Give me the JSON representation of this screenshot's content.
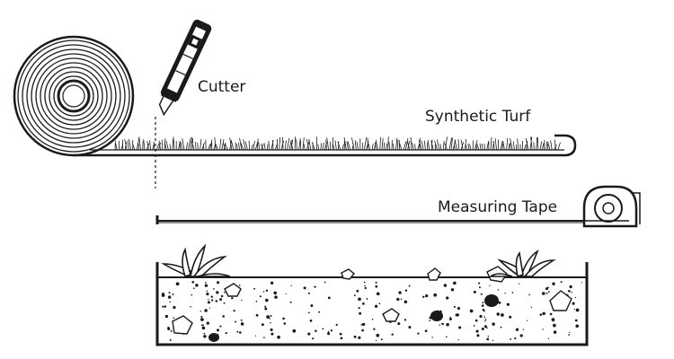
{
  "labels": {
    "cutter": "Cutter",
    "turf": "Synthetic Turf",
    "tape": "Measuring Tape"
  },
  "icons": {
    "roll": "turf-roll-icon",
    "cutter": "utility-knife-icon",
    "tape": "tape-measure-icon",
    "plants": "grass-tuft-icon",
    "soil": "soil-bed-icon"
  },
  "colors": {
    "ink": "#1a1a1a",
    "background": "#ffffff"
  }
}
